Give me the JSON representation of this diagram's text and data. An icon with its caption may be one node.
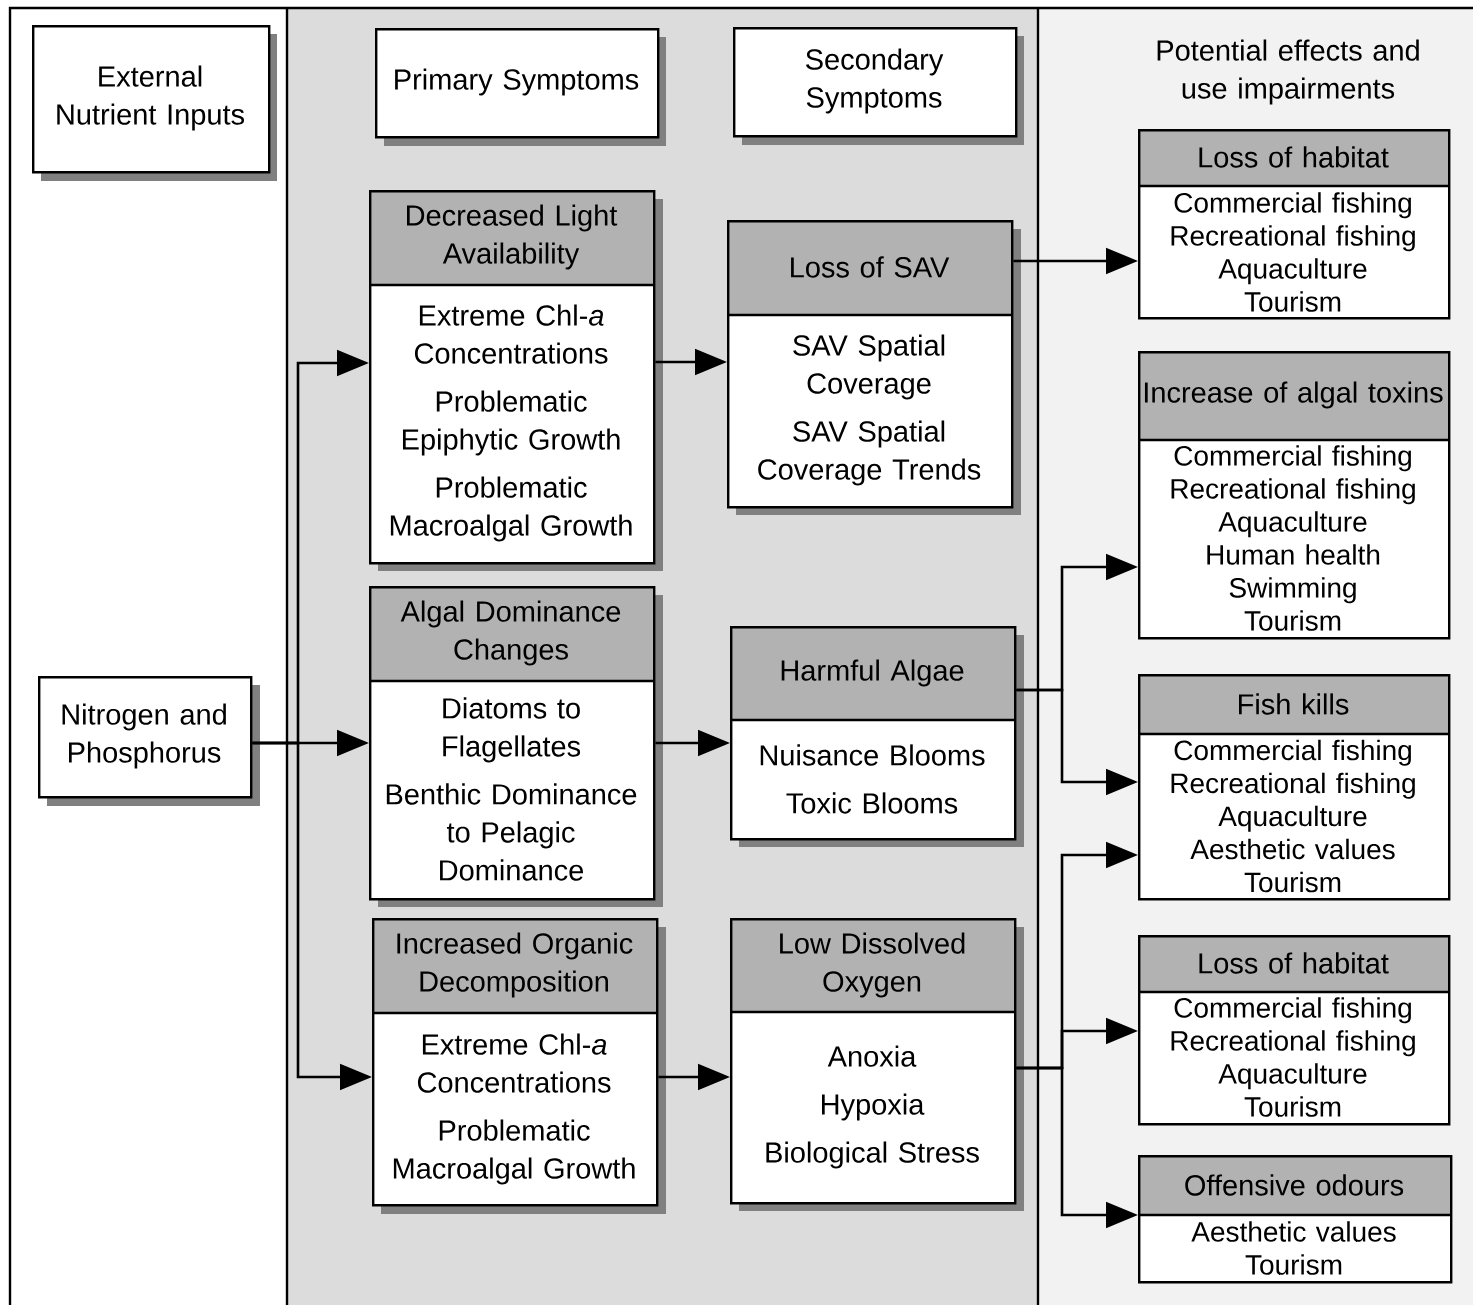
{
  "diagram": {
    "nodes": [
      {
        "text": [
          "External Nutrient Inputs"
        ]
      },
      {
        "text": [
          "Primary Symptoms"
        ]
      },
      {
        "text": [
          "Secondary Symptoms"
        ]
      },
      {
        "text": [
          "Nitrogen and Phosphorus"
        ]
      },
      {
        "text": [
          "Decreased Light Availability",
          "Extreme Chl-*a* Concentrations",
          "Problematic Epiphytic Growth",
          "Problematic Macroalgal Growth"
        ]
      },
      {
        "text": [
          "Algal Dominance Changes",
          "Diatoms to Flagellates",
          "Benthic Dominance to Pelagic Dominance"
        ]
      },
      {
        "text": [
          "Increased Organic Decomposition",
          "Extreme Chl-*a* Concentrations",
          "Problematic Macroalgal Growth"
        ]
      },
      {
        "text": [
          "Loss of SAV",
          "SAV Spatial Coverage",
          "SAV Spatial Coverage Trends"
        ]
      },
      {
        "text": [
          "Harmful Algae",
          "Nuisance Blooms",
          "Toxic Blooms"
        ]
      },
      {
        "text": [
          "Low Dissolved Oxygen",
          "Anoxia",
          "Hypoxia",
          "Biological Stress"
        ]
      },
      {
        "text": [
          "Loss of habitat",
          "Commercial fishing",
          "Recreational fishing",
          "Aquaculture",
          "Tourism"
        ]
      },
      {
        "text": [
          "Increase of algal toxins",
          "Commercial fishing",
          "Recreational fishing",
          "Aquaculture",
          "Human health",
          "Swimming",
          "Tourism"
        ]
      },
      {
        "text": [
          "Fish kills",
          "Commercial fishing",
          "Recreational fishing",
          "Aquaculture",
          "Aesthetic values",
          "Tourism"
        ]
      },
      {
        "text": [
          "Loss of habitat",
          "Commercial fishing",
          "Recreational fishing",
          "Aquaculture",
          "Tourism"
        ]
      },
      {
        "text": [
          "Offensive odours",
          "Aesthetic values",
          "Tourism"
        ]
      }
    ],
    "edges": [
      {
        "from": 3,
        "to": 4,
        "arrow": "to"
      },
      {
        "from": 3,
        "to": 5,
        "arrow": "to"
      },
      {
        "from": 3,
        "to": 6,
        "arrow": "to"
      },
      {
        "from": 4,
        "to": 7,
        "arrow": "to"
      },
      {
        "from": 5,
        "to": 8,
        "arrow": "to"
      },
      {
        "from": 6,
        "to": 9,
        "arrow": "to"
      },
      {
        "from": 7,
        "to": 10,
        "arrow": "to"
      },
      {
        "from": 8,
        "to": 11,
        "arrow": "to"
      },
      {
        "from": 8,
        "to": 12,
        "arrow": "to"
      },
      {
        "from": 9,
        "to": 12,
        "arrow": "to"
      },
      {
        "from": 9,
        "to": 13,
        "arrow": "to"
      },
      {
        "from": 9,
        "to": 14,
        "arrow": "to"
      }
    ],
    "labels": [
      "Potential effects and use impairments"
    ]
  }
}
